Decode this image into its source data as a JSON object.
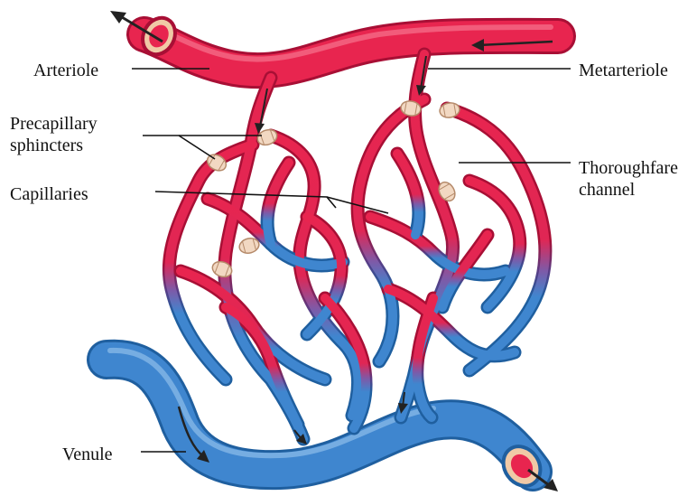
{
  "labels": {
    "arteriole": "Arteriole",
    "metarteriole": "Metarteriole",
    "precapillary_line1": "Precapillary",
    "precapillary_line2": "sphincters",
    "thoroughfare_line1": "Thoroughfare",
    "thoroughfare_line2": "channel",
    "capillaries": "Capillaries",
    "venule": "Venule"
  },
  "colors": {
    "arterial": "#e8254f",
    "arterial_dark": "#b3123a",
    "venous": "#3f86cf",
    "venous_dark": "#1f5f9f",
    "sphincter": "#f2d8c2",
    "leader_line": "#111111"
  }
}
